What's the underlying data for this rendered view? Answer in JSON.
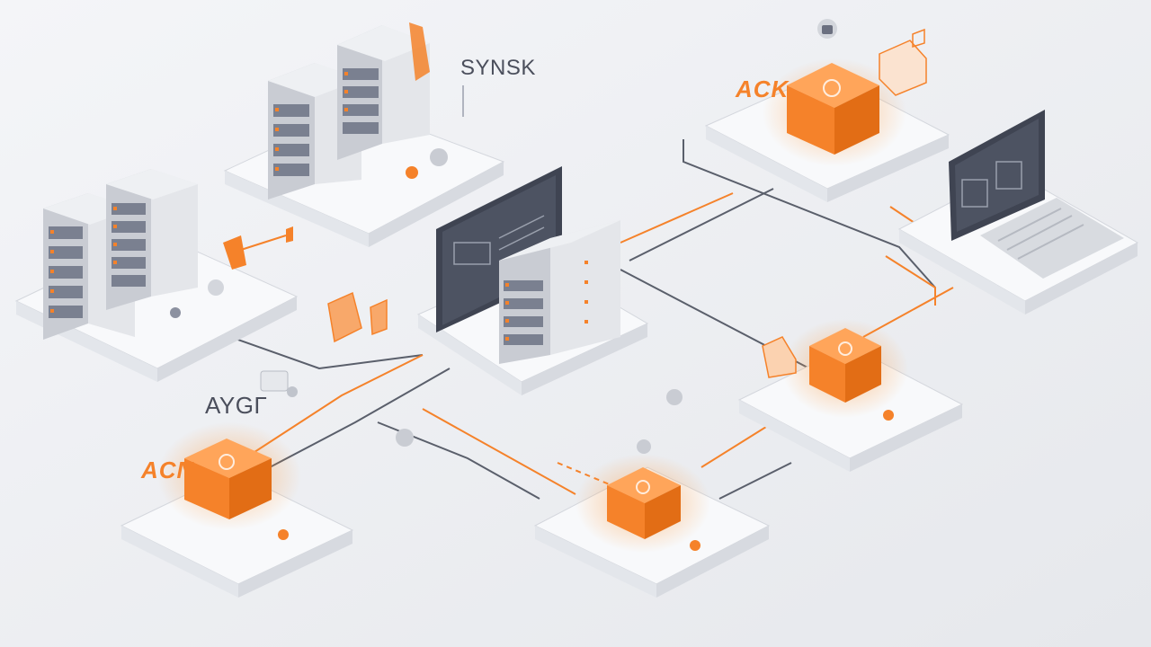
{
  "colors": {
    "background": "#eceef2",
    "accent": "#f5822a",
    "platform": "#f7f8fa",
    "platform_edge": "#d6d9df",
    "rack": "#d3d6dc",
    "screen": "#4a4f5d",
    "line_dark": "#555a66"
  },
  "labels": {
    "synsk": "SYNSK",
    "aygr": "AYGГ",
    "ack_top": "ACK",
    "ack_left": "ACN"
  },
  "nodes": [
    {
      "name": "server-cluster-left",
      "icon": "server-rack-icon"
    },
    {
      "name": "server-cluster-top",
      "icon": "server-rack-icon"
    },
    {
      "name": "central-hub",
      "icon": "monitor-server-icon"
    },
    {
      "name": "orange-cube-top-right",
      "icon": "cube-icon"
    },
    {
      "name": "laptop-right",
      "icon": "laptop-icon"
    },
    {
      "name": "orange-cube-mid-right",
      "icon": "cube-icon"
    },
    {
      "name": "orange-cube-bottom",
      "icon": "cube-icon"
    },
    {
      "name": "orange-cube-bottom-left",
      "icon": "cube-icon"
    }
  ]
}
